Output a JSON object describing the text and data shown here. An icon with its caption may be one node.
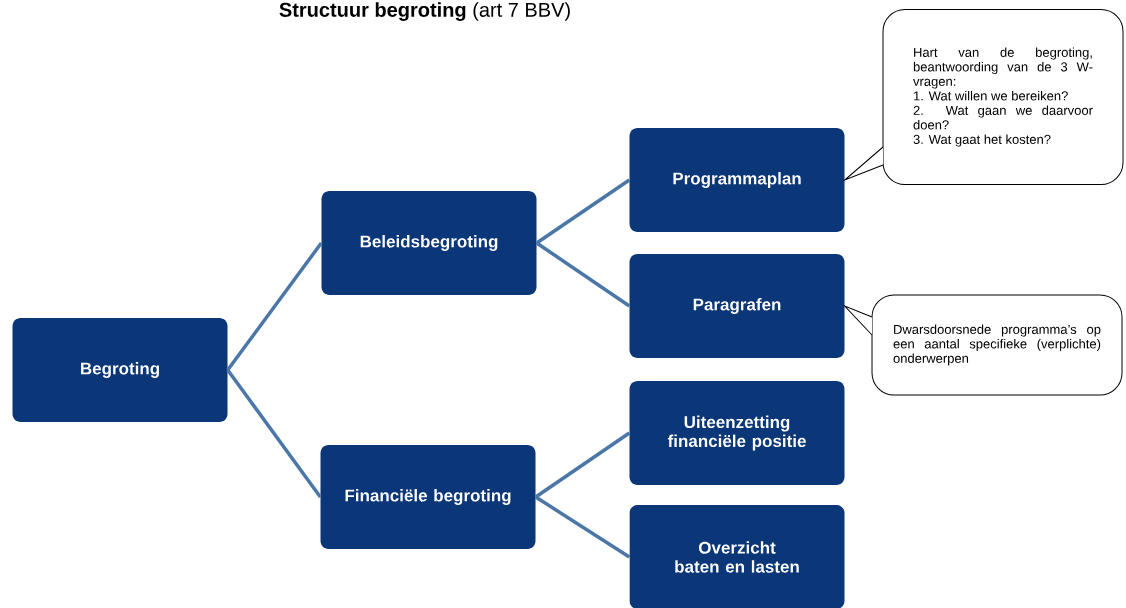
{
  "diagram": {
    "title": "**Structuur begroting** (art 7 BBV)",
    "nodes": [
      {
        "text": [
          "Begroting"
        ]
      },
      {
        "text": [
          "Beleidsbegroting"
        ]
      },
      {
        "text": [
          "Financiële begroting"
        ]
      },
      {
        "text": [
          "Programmaplan"
        ]
      },
      {
        "text": [
          "Paragrafen"
        ]
      },
      {
        "text": [
          "Uiteenzetting financiële positie"
        ]
      },
      {
        "text": [
          "Overzicht baten en lasten"
        ]
      },
      {
        "text": [
          "Hart van de begroting, beantwoording van de 3 W-vragen:",
          "1. Wat willen we bereiken?",
          "2. Wat gaan we daarvoor doen?",
          "3. Wat gaat het kosten?"
        ]
      },
      {
        "text": [
          "Dwarsdoorsnede programma’s op een aantal specifieke (verplichte) onderwerpen"
        ]
      }
    ],
    "edges": [
      {
        "from": 0,
        "to": 1,
        "arrow": "none"
      },
      {
        "from": 0,
        "to": 2,
        "arrow": "none"
      },
      {
        "from": 1,
        "to": 3,
        "arrow": "none"
      },
      {
        "from": 1,
        "to": 4,
        "arrow": "none"
      },
      {
        "from": 2,
        "to": 5,
        "arrow": "none"
      },
      {
        "from": 2,
        "to": 6,
        "arrow": "none"
      },
      {
        "from": 7,
        "to": 3,
        "arrow": "to",
        "color": "#000000"
      },
      {
        "from": 8,
        "to": 4,
        "arrow": "to",
        "color": "#000000"
      }
    ]
  }
}
